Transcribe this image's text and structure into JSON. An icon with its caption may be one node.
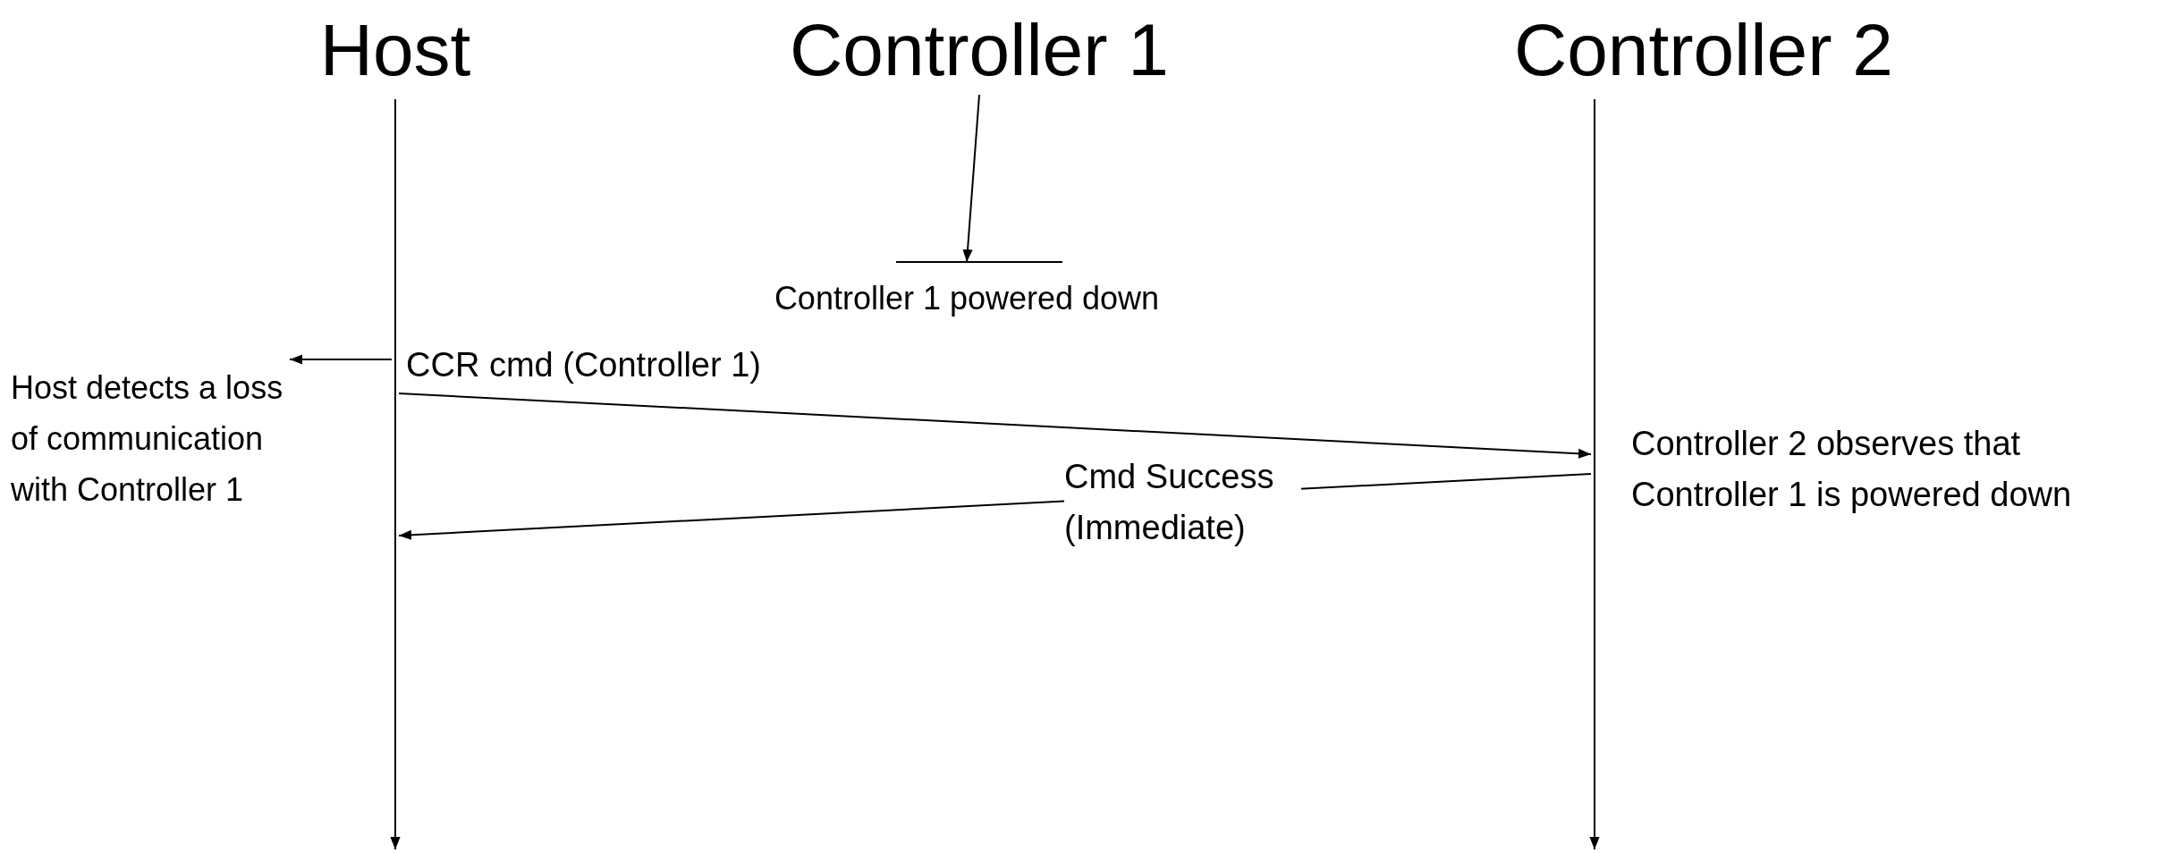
{
  "diagram": {
    "nodes": [
      {
        "text": [
          "Host"
        ]
      },
      {
        "text": [
          "Controller 1"
        ]
      },
      {
        "text": [
          "Controller 2"
        ]
      },
      {
        "text": [
          "Controller 1 powered down"
        ]
      },
      {
        "text": [
          "Host detects a loss of communication with Controller 1"
        ]
      }
    ],
    "edges": [
      {
        "from": 1,
        "to": 3,
        "arrow": "to"
      },
      {
        "from": 0,
        "to": 4,
        "arrow": "to"
      },
      {
        "from": 0,
        "to": 2,
        "arrow": "to",
        "label": "CCR cmd (Controller 1)"
      },
      {
        "from": 2,
        "to": 0,
        "arrow": "to",
        "label": "Cmd Success (Immediate)"
      }
    ],
    "labels": [
      "Controller 2 observes that Controller 1 is powered down"
    ]
  }
}
